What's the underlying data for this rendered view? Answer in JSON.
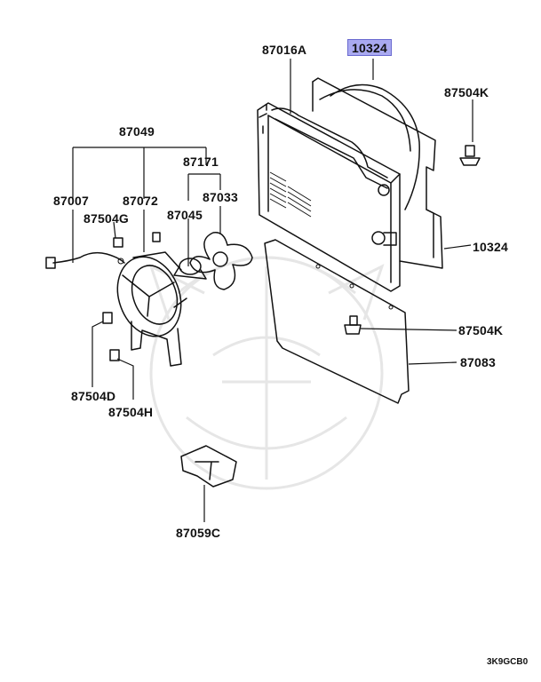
{
  "labels": {
    "p87016A": "87016A",
    "p10324_top": "10324",
    "p87504K_top": "87504K",
    "p87049": "87049",
    "p87171": "87171",
    "p87007": "87007",
    "p87072": "87072",
    "p87033": "87033",
    "p87504G": "87504G",
    "p87045": "87045",
    "p10324_right": "10324",
    "p87504K_mid": "87504K",
    "p87083": "87083",
    "p87504D": "87504D",
    "p87504H": "87504H",
    "p87059C": "87059C"
  },
  "diagram_code": "3K9GCB0",
  "highlight_color": "#a9a9f0"
}
